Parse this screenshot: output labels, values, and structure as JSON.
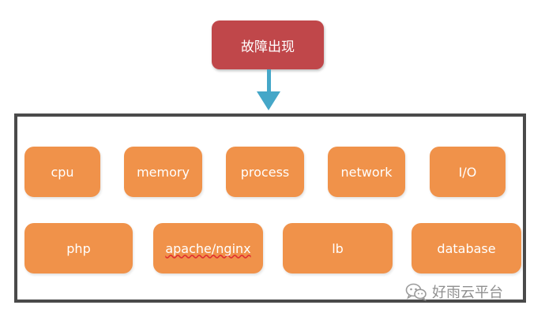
{
  "top_node": {
    "label": "故障出现"
  },
  "row1": [
    {
      "name": "cpu",
      "label": "cpu"
    },
    {
      "name": "memory",
      "label": "memory"
    },
    {
      "name": "process",
      "label": "process"
    },
    {
      "name": "network",
      "label": "network"
    },
    {
      "name": "io",
      "label": "I/O"
    }
  ],
  "row2": [
    {
      "name": "php",
      "label": "php"
    },
    {
      "name": "apache-nginx",
      "label": "apache/nginx"
    },
    {
      "name": "lb",
      "label": "lb"
    },
    {
      "name": "database",
      "label": "database"
    }
  ],
  "watermark": {
    "text": "好雨云平台",
    "icon": "wechat-icon"
  },
  "colors": {
    "top_node": "#c0474a",
    "node": "#f0924a",
    "arrow": "#45a7c8",
    "border": "#4a4a4a"
  }
}
